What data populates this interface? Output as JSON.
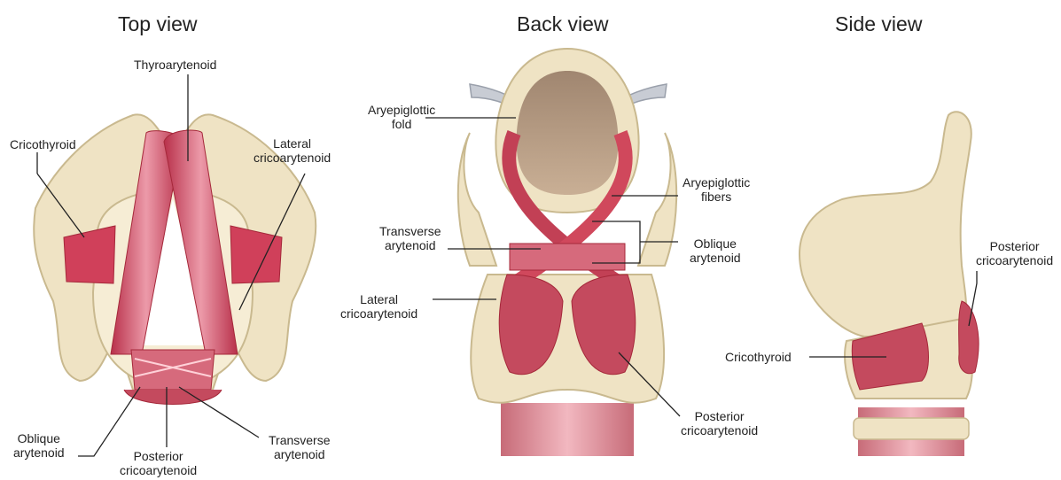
{
  "views": {
    "top": {
      "title": "Top view",
      "labels": {
        "thyroarytenoid": [
          "Thyroarytenoid"
        ],
        "cricothyroid": [
          "Cricothyroid"
        ],
        "lateral_cricoarytenoid": [
          "Lateral",
          "cricoarytenoid"
        ],
        "oblique_arytenoid": [
          "Oblique",
          "arytenoid"
        ],
        "posterior_cricoarytenoid": [
          "Posterior",
          "cricoarytenoid"
        ],
        "transverse_arytenoid": [
          "Transverse",
          "arytenoid"
        ]
      }
    },
    "back": {
      "title": "Back view",
      "labels": {
        "aryepiglottic_fold": [
          "Aryepiglottic",
          "fold"
        ],
        "aryepiglottic_fibers": [
          "Aryepiglottic",
          "fibers"
        ],
        "transverse_arytenoid": [
          "Transverse",
          "arytenoid"
        ],
        "oblique_arytenoid": [
          "Oblique",
          "arytenoid"
        ],
        "lateral_cricoarytenoid": [
          "Lateral",
          "cricoarytenoid"
        ],
        "posterior_cricoarytenoid": [
          "Posterior",
          "cricoarytenoid"
        ]
      }
    },
    "side": {
      "title": "Side view",
      "labels": {
        "posterior_cricoarytenoid": [
          "Posterior",
          "cricoarytenoid"
        ],
        "cricothyroid": [
          "Cricothyroid"
        ]
      }
    }
  },
  "colors": {
    "cartilage": "#efe3c4",
    "cartilage_edge": "#c9b98f",
    "muscle": "#d0405a",
    "muscle_light": "#ec9aa9",
    "muscle_dark": "#a5283a",
    "trachea": "#e49aa5",
    "leader_line": "#222222",
    "hyoid": "#c8ccd4"
  }
}
